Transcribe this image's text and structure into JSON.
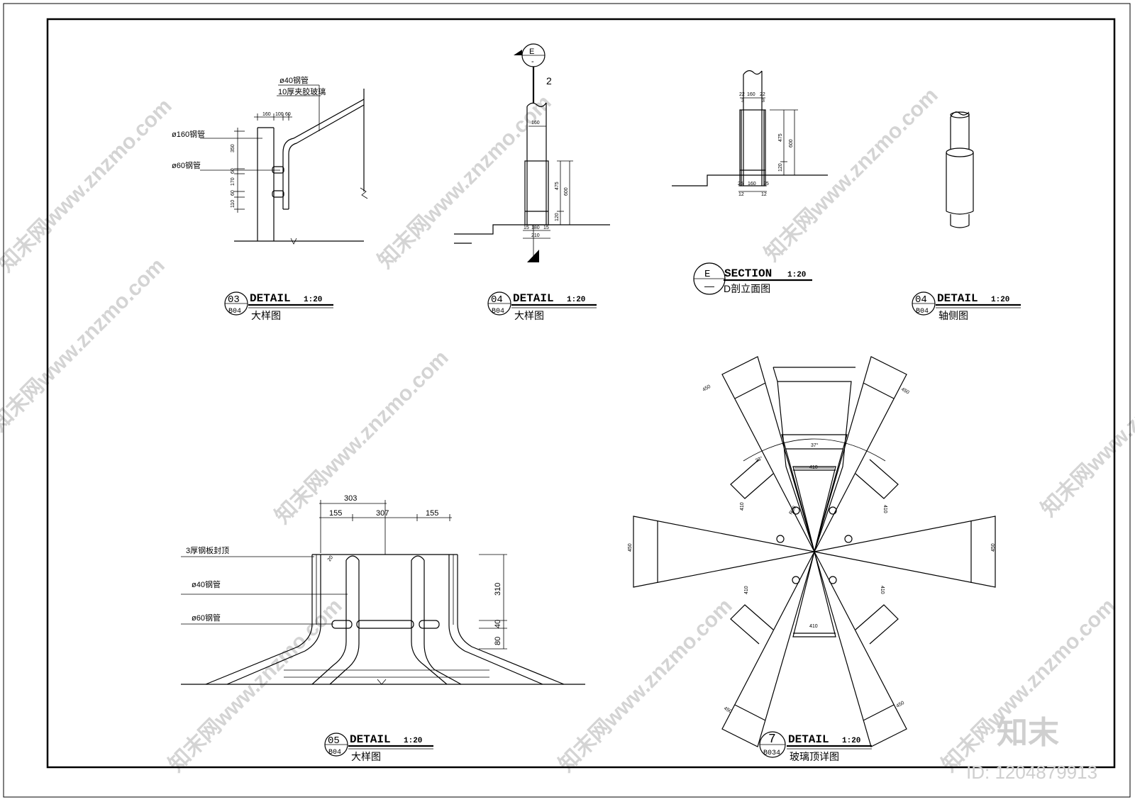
{
  "watermark": {
    "text": "知末网www.znzmo.com",
    "logo": "知末",
    "id_text": "ID: 1204879913"
  },
  "detail_03": {
    "number": "03",
    "sheet": "B04",
    "title": "DETAIL",
    "scale": "1:20",
    "subtitle": "大样图",
    "labels": {
      "pipe40": "ø40钢管",
      "glass": "10厚夹胶玻璃",
      "pipe160": "ø160钢管",
      "pipe60": "ø60钢管"
    },
    "dims": {
      "d160": "160",
      "d100": "100",
      "d60": "60",
      "d350": "350",
      "d60v": "60",
      "d170": "170",
      "d60b": "60",
      "d110": "110"
    }
  },
  "detail_04a": {
    "number": "04",
    "sheet": "B04",
    "title": "DETAIL",
    "scale": "1:20",
    "subtitle": "大样图",
    "marker_letter": "E",
    "marker_dash": "-",
    "marker_num": "2",
    "dims": {
      "top160": "160",
      "d475": "475",
      "d600": "600",
      "d120": "120",
      "b15a": "15",
      "b180": "180",
      "b15b": "15",
      "b210": "210"
    }
  },
  "section_e": {
    "letter": "E",
    "dash": "—",
    "title": "SECTION",
    "scale": "1:20",
    "subtitle": "D剖立面图",
    "dims": {
      "t22a": "22",
      "t160": "160",
      "t22b": "22",
      "t3a": "3",
      "t3b": "3",
      "d475": "475",
      "d600": "600",
      "d120": "120",
      "b25a": "25",
      "b160": "160",
      "b25b": "25",
      "b12a": "12",
      "b12b": "12"
    }
  },
  "detail_04b": {
    "number": "04",
    "sheet": "B04",
    "title": "DETAIL",
    "scale": "1:20",
    "subtitle": "轴侧图"
  },
  "detail_05": {
    "number": "05",
    "sheet": "B04",
    "title": "DETAIL",
    "scale": "1:20",
    "subtitle": "大样图",
    "labels": {
      "plate": "3厚钢板封顶",
      "pipe40": "ø40钢管",
      "pipe60": "ø60钢管"
    },
    "dims": {
      "d303": "303",
      "d155a": "155",
      "d307": "307",
      "d155b": "155",
      "d310": "310",
      "d40": "40",
      "d80": "80",
      "d20": "20"
    }
  },
  "detail_7": {
    "number": "7",
    "sheet": "B034",
    "title": "DETAIL",
    "scale": "1:20",
    "subtitle": "玻璃顶详图",
    "dims": {
      "w450": "450",
      "w410": "410",
      "a37": "37°",
      "a23": "23°",
      "r836": "R36"
    }
  }
}
